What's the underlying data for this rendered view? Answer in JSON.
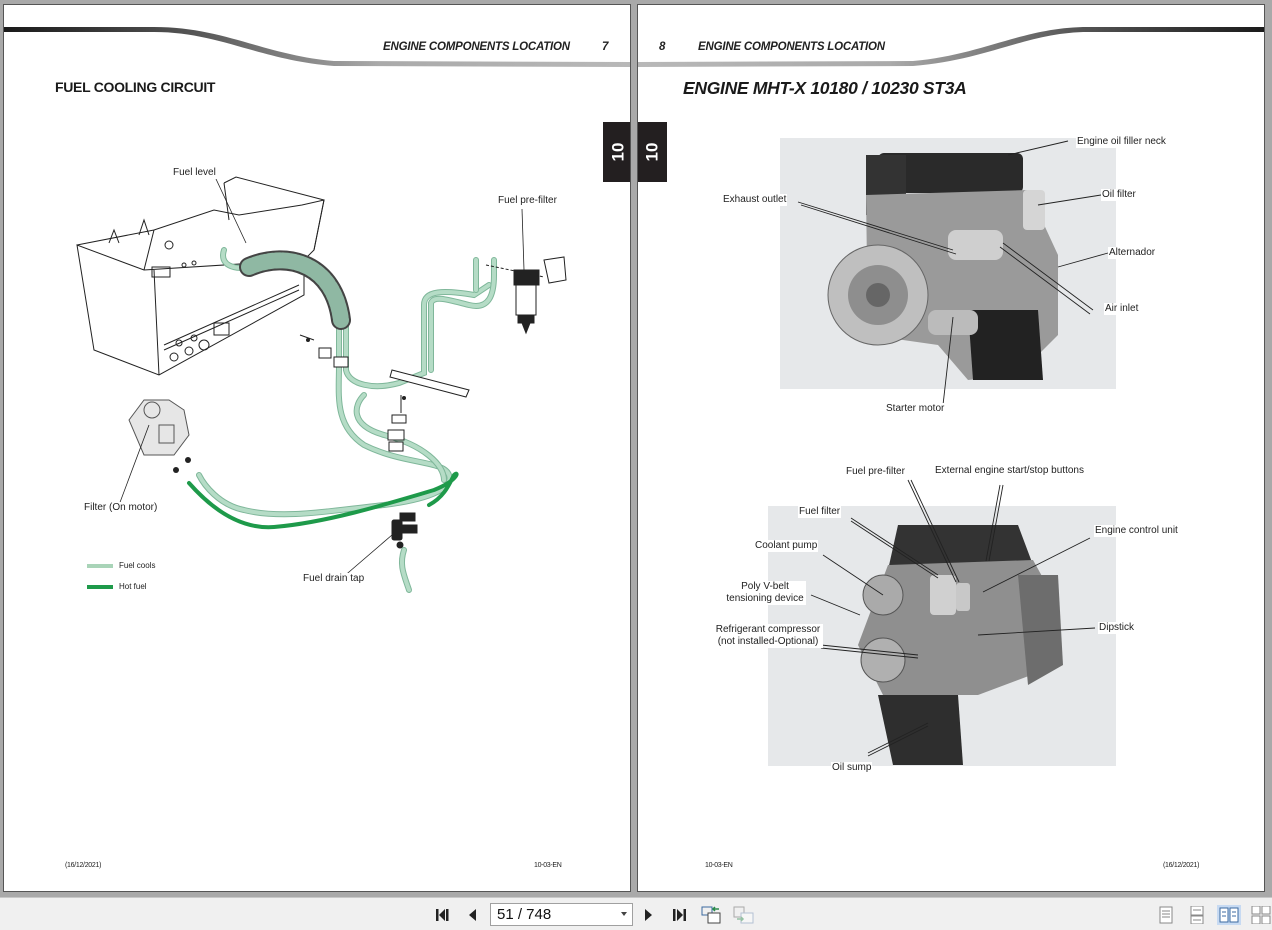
{
  "left_page": {
    "running_head": "ENGINE COMPONENTS LOCATION",
    "page_number": "7",
    "title": "FUEL COOLING CIRCUIT",
    "chapter_tab": "10",
    "labels": {
      "fuel_level": "Fuel level",
      "fuel_pre_filter": "Fuel pre-filter",
      "filter_on_motor": "Filter  (On motor)",
      "fuel_drain_tap": "Fuel drain tap"
    },
    "legend": [
      {
        "label": "Fuel cools",
        "color": "#a9d4b8"
      },
      {
        "label": "Hot fuel",
        "color": "#1e9a4a"
      }
    ],
    "footer_date": "(16/12/2021)",
    "footer_code": "10-03-EN"
  },
  "right_page": {
    "running_head": "ENGINE COMPONENTS LOCATION",
    "page_number": "8",
    "title": "ENGINE MHT-X 10180 / 10230 ST3A",
    "chapter_tab": "10",
    "top_figure_labels": {
      "engine_oil_filler_neck": "Engine oil filler neck",
      "exhaust_outlet": "Exhaust outlet",
      "oil_filter": "Oil filter",
      "alternador": "Alternador",
      "air_inlet": "Air inlet",
      "starter_motor": "Starter motor"
    },
    "bottom_figure_labels": {
      "fuel_pre_filter": "Fuel pre-filter",
      "external_buttons": "External engine start/stop buttons",
      "fuel_filter": "Fuel filter",
      "engine_control_unit": "Engine control unit",
      "coolant_pump": "Coolant pump",
      "poly_v_belt_1": "Poly V-belt",
      "poly_v_belt_2": "tensioning device",
      "refrigerant_1": "Refrigerant compressor",
      "refrigerant_2": "(not installed-Optional)",
      "dipstick": "Dipstick",
      "oil_sump": "Oil sump"
    },
    "footer_code": "10-03-EN",
    "footer_date": "(16/12/2021)"
  },
  "toolbar": {
    "first_page_icon": "first-page-icon",
    "prev_page_icon": "previous-page-icon",
    "page_indicator": "51 / 748",
    "next_page_icon": "next-page-icon",
    "last_page_icon": "last-page-icon",
    "go_back_icon": "previous-view-icon",
    "go_forward_icon": "next-view-icon",
    "view_modes": [
      "single-page",
      "continuous",
      "facing",
      "continuous-facing"
    ],
    "active_view_mode": "facing"
  }
}
